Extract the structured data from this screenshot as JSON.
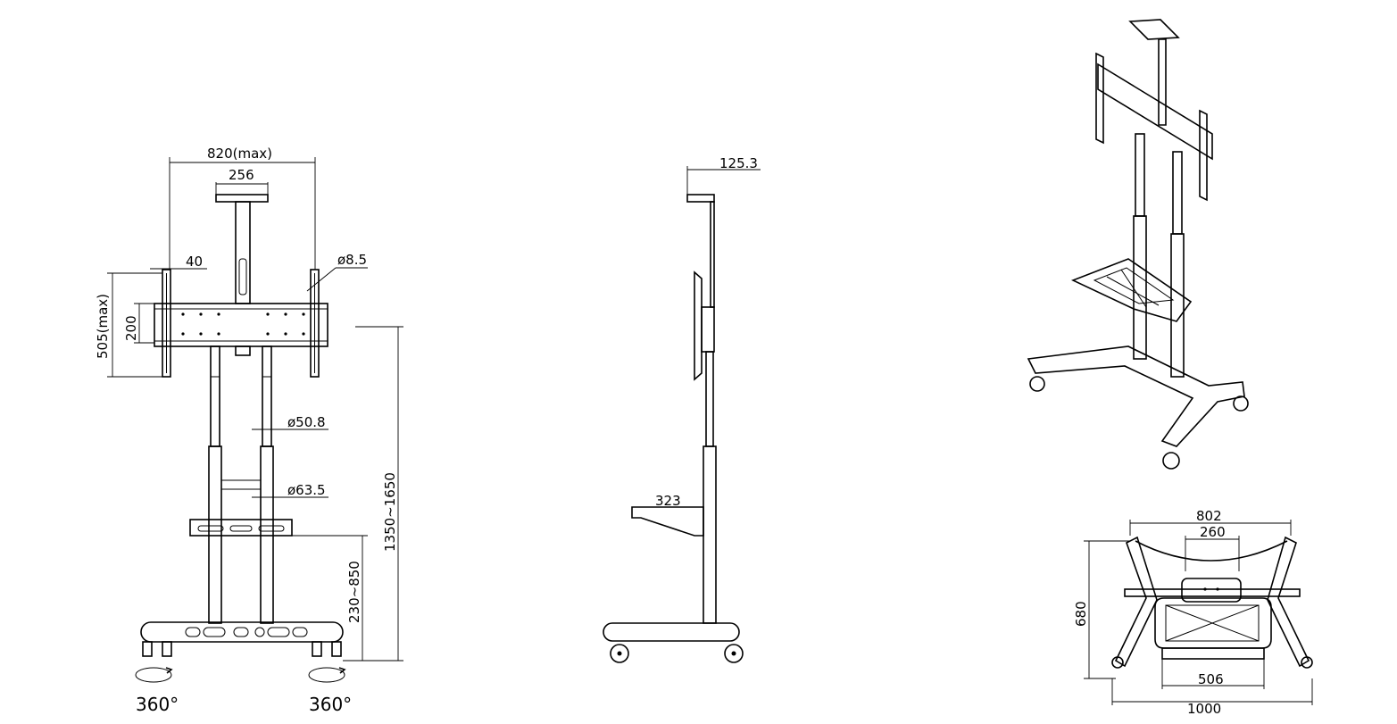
{
  "front_view": {
    "width_max": "820(max)",
    "arm_width": "256",
    "clearance": "40",
    "hole_dia": "ø8.5",
    "height_max": "505(max)",
    "vertical_spacing": "200",
    "upper_pole_dia": "ø50.8",
    "lower_pole_dia": "ø63.5",
    "overall_height": "1350~1650",
    "shelf_height": "230~850",
    "left_rotation": "360°",
    "right_rotation": "360°"
  },
  "side_view": {
    "top_depth": "125.3",
    "shelf_depth": "323"
  },
  "top_view": {
    "top_width": "802",
    "top_inner": "260",
    "depth": "680",
    "shelf_width": "506",
    "base_width": "1000"
  }
}
